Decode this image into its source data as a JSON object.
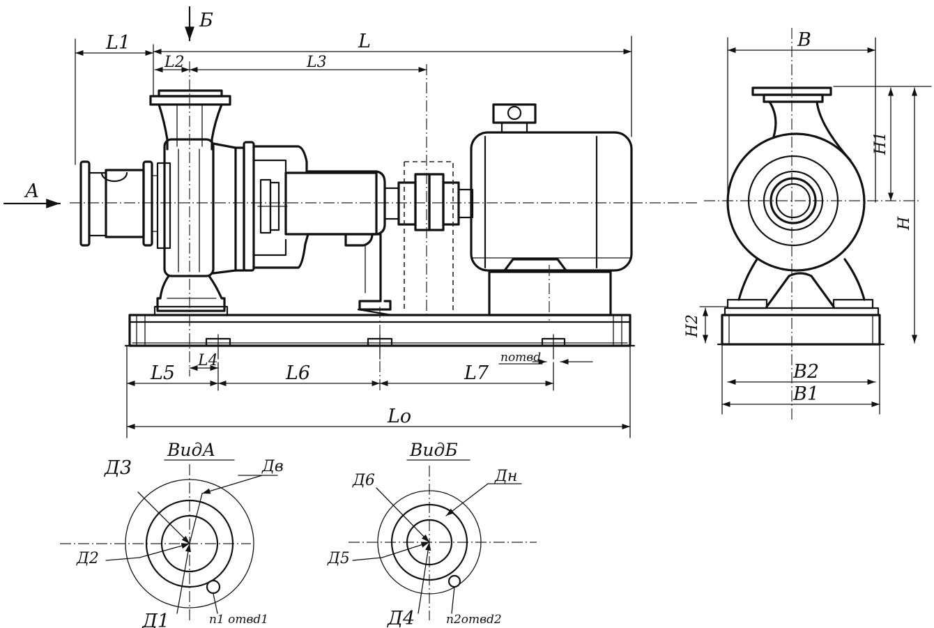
{
  "views": {
    "view_a_title": "ВидА",
    "view_b_title": "ВидБ"
  },
  "direction_labels": {
    "arrow_a": "А",
    "arrow_b": "Б"
  },
  "dimensions_front": {
    "L1": "L1",
    "L": "L",
    "L2": "L2",
    "L3": "L3",
    "L4": "L4",
    "L5": "L5",
    "L6": "L6",
    "L7": "L7",
    "L0": "Lo",
    "holes": "nотвd"
  },
  "dimensions_side": {
    "B": "B",
    "B2": "B2",
    "B1": "B1",
    "H": "H",
    "H1": "H1",
    "H2": "H2"
  },
  "view_a_labels": {
    "D3": "Д3",
    "Dv": "Дв",
    "D2": "Д2",
    "D1": "Д1",
    "holes": "n1 отвd1"
  },
  "view_b_labels": {
    "D6": "Д6",
    "Dn": "Дн",
    "D5": "Д5",
    "D4": "Д4",
    "holes": "n2отвd2"
  }
}
